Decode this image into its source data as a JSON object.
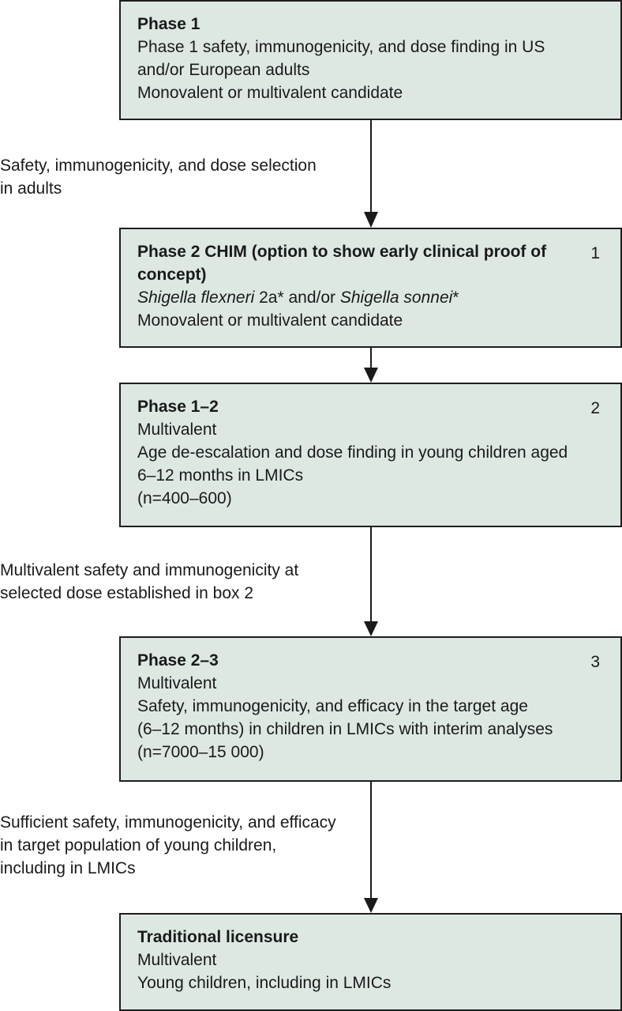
{
  "boxes": [
    {
      "title": "Phase 1",
      "number": "",
      "lines": [
        "Phase 1 safety, immunogenicity, and dose finding in US",
        "and/or European adults",
        "Monovalent or multivalent candidate"
      ]
    },
    {
      "title_lines": [
        "Phase 2 CHIM (option to show early clinical proof of",
        "concept)"
      ],
      "number": "1",
      "species_line": {
        "s1": "Shigella flexneri",
        "s2": " 2a* and/or ",
        "s3": "Shigella sonnei",
        "s4": "*"
      },
      "lines": [
        "Monovalent or multivalent candidate"
      ]
    },
    {
      "title": "Phase 1–2",
      "number": "2",
      "lines": [
        "Multivalent",
        "Age de-escalation and dose finding in young children aged",
        "6–12 months in LMICs",
        "(n=400–600)"
      ]
    },
    {
      "title": "Phase 2–3",
      "number": "3",
      "lines": [
        "Multivalent",
        "Safety, immunogenicity, and efficacy in the target age",
        "(6–12 months) in children in LMICs  with interim analyses",
        "(n=7000–15 000)"
      ]
    },
    {
      "title": "Traditional licensure",
      "number": "",
      "lines": [
        "Multivalent",
        "Young children, including in LMICs"
      ]
    }
  ],
  "notes": [
    [
      "Safety, immunogenicity, and dose selection",
      "in adults"
    ],
    [
      "Multivalent safety and immunogenicity at",
      "selected dose established in box 2"
    ],
    [
      "Sufficient safety, immunogenicity, and efficacy",
      "in target population of young children,",
      "including in LMICs"
    ]
  ],
  "colors": {
    "box_fill": "#dde8e2",
    "border": "#1e1e1e",
    "arrow": "#1a1a1a"
  }
}
